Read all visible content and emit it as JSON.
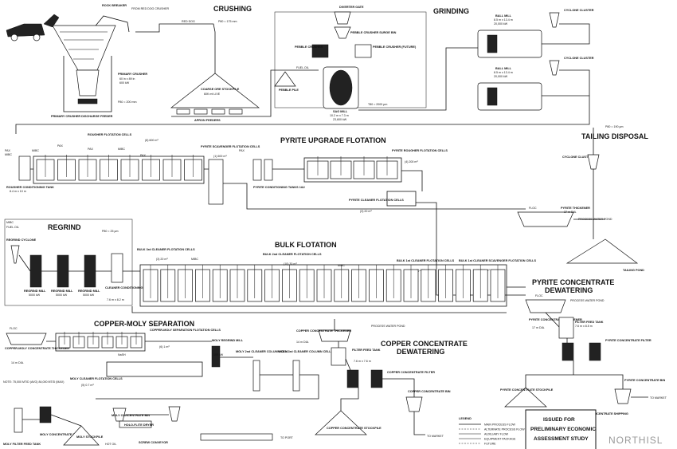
{
  "sections": {
    "crushing": "CRUSHING",
    "grinding": "GRINDING",
    "tailing_disposal": "TAILING DISPOSAL",
    "pyrite_upgrade": "PYRITE UPGRADE FLOTATION",
    "regrind": "REGRIND",
    "bulk_flotation": "BULK FLOTATION",
    "pyrite_dewatering_1": "PYRITE CONCENTRATE",
    "pyrite_dewatering_2": "DEWATERING",
    "copper_moly": "COPPER-MOLY SEPARATION",
    "copper_dewatering_1": "COPPER CONCENTRATE",
    "copper_dewatering_2": "DEWATERING"
  },
  "labels": {
    "rock_breaker": "ROCK BREAKER",
    "from_red_dog": "FROM RED DOG CRUSHER",
    "red_dog": "RED DOG",
    "primary_crusher": "PRIMARY CRUSHER",
    "primary_crusher_size": "60 in x 89 in",
    "primary_crusher_power": "600 kW",
    "primary_discharge": "PRIMARY CRUSHER DISCHARGE FEEDER",
    "p80_1": "P80 = 200 mm",
    "coarse_ore": "COARSE ORE STOCKPILE",
    "coarse_ore_cap": "60K mt LIVE",
    "apron": "APRON FEEDERS",
    "p80_2": "P80 = 175 mm",
    "diverter": "DIVERTER GATE",
    "pebble_surge": "PEBBLE CRUSHER SURGE BIN",
    "pebble_1": "PEBBLE CRUSHER",
    "pebble_2": "PEBBLE CRUSHER (FUTURE)",
    "pebble_pile": "PEBBLE PILE",
    "fuel_oil": "FUEL OIL",
    "sag_mill": "SAG MILL",
    "sag_size": "10.2 m x 7.3 m",
    "sag_power": "23,600 kW",
    "t80": "T80 = 2000 µm",
    "ball_mill": "BALL MILL",
    "ball_mill_size": "8.5 m x 13.4 m",
    "ball_mill_power": "20,000 kW",
    "cyclone_cluster": "CYCLONE CLUSTER",
    "p80_3": "P80 = 190 µm",
    "rougher_cells": "ROUGHER FLOTATION CELLS",
    "rougher_cells_vol": "(8) 600 m³",
    "pax": "PAX",
    "mibc": "MIBC",
    "rougher_tank": "ROUGHER CONDITIONING TANK",
    "rougher_tank_size": "8.4 m x 10 m",
    "pyrite_scav": "PYRITE SCAVENGER FLOTATION CELLS",
    "pyrite_scav_vol": "(1) 600 m³",
    "pyrite_cond": "PYRITE CONDITIONING TANKS 1&2",
    "pyrite_rougher": "PYRITE ROUGHER FLOTATION CELLS",
    "pyrite_rougher_vol": "(4) 200 m³",
    "pyrite_cleaner": "PYRITE CLEANER FLOTATION CELLS",
    "pyrite_cleaner_vol": "(3) 20 m³",
    "cyclone_cluster_tail": "CYCLONE CLUSTER",
    "pyrite_thickener": "PYRITE THICKENER",
    "pyrite_thickener_size": "37 m DIA.",
    "process_water_pond": "PROCESS WATER POND",
    "tailing_pond": "TAILING POND",
    "regrind_cyclone": "REGRIND CYCLONE",
    "regrind_mill": "REGRIND MILL",
    "regrind_mill_kw1": "5000 kW",
    "regrind_mill_kw2": "5000 kW",
    "regrind_mill_kw3": "5000 kW",
    "p80_4": "P80 = 25 µm",
    "cleaner_tank": "CLEANER CONDITIONING TANK",
    "cleaner_tank_size": "7.6 m x 8.2 m",
    "bulk_3rd": "BULK 3rd CLEANER FLOTATION CELLS",
    "bulk_3rd_vol": "(3) 20 m³",
    "bulk_2nd": "BULK 2nd CLEANER FLOTATION CELLS",
    "bulk_2nd_vol": "(10) 30 m³",
    "bulk_1st": "BULK 1st CLEANER FLOTATION CELLS",
    "bulk_1st_vol": "(5) 200 m³",
    "bulk_1st_scav": "BULK 1st CLEANER SCAVENGER FLOTATION CELLS",
    "bulk_1st_scav_vol": "(3) 200 m³",
    "floc": "FLOC",
    "pyrite_conc_thickener": "PYRITE CONCENTRATE THICKENER",
    "pyrite_conc_thickener_size": "17 m DIA.",
    "filter_feed_tank": "FILTER FEED TANK",
    "filter_feed_size": "7.6 m x 8.5 m",
    "pyrite_conc_filter": "PYRITE CONCENTRATE FILTER",
    "pyrite_conc_stockpile": "PYRITE CONCENTRATE STOCKPILE",
    "pyrite_conc_bin": "PYRITE CONCENTRATE BIN",
    "to_market_1": "TO MARKET",
    "pyrite_shipping": "PYRITE CONCENTRATE SHIPPING",
    "cumoly_thickener": "COPPER-MOLY CONCENTRATE THICKENER",
    "cumoly_thickener_size": "14 m DIA.",
    "moly_separation_cells": "COPPER-MOLY SEPARATION FLOTATION CELLS",
    "moly_separation_vol": "(6) 1 m³",
    "moly_regrind": "MOLY REGRIND MILL",
    "moly_regrind_kw": "100 kW",
    "moly_2nd": "MOLY 2nd CLEANER COLUMN CELL",
    "moly_3rd": "MOLY 3rd CLEANER COLUMN CELL",
    "moly_cleaner": "MOLY CLEANER FLOTATION CELLS",
    "moly_cleaner_vol": "(5) 0.7 m³",
    "note": "NOTE: 75,000 MT/D (AVG) 84,000 MT/D (MAX)",
    "copper_conc_thickener": "COPPER CONCENTRATE THICKENER",
    "copper_conc_thickener_size": "14 m DIA.",
    "filter_feed_tank_2": "FILTER FEED TANK",
    "filter_feed_size_2": "7.6 m x 7.6 m",
    "copper_conc_filter": "COPPER CONCENTRATE FILTER",
    "copper_conc_bin": "COPPER CONCENTRATE BIN",
    "copper_conc_stockpile": "COPPER CONCENTRATE STOCKPILE",
    "to_port": "TO PORT",
    "to_market_2": "TO MARKET",
    "moly_filter": "MOLY FILTER FEED TANK",
    "moly_conc_filter": "MOLY CONCENTRATE FILTER",
    "moly_stockpile": "MOLY STOCKPILE",
    "moly_conc_bin": "MOLY CONCENTRATE BIN",
    "holo_dryer": "HOLO-FLITE DRYER",
    "screw_conveyor": "SCREW CONVEYOR",
    "hot_oil": "HOT OIL",
    "nash": "NaSH",
    "process_water_2": "PROCESS WATER POND",
    "process_water_3": "PROCESS WATER POND"
  },
  "legend": {
    "title": "LEGEND",
    "items": [
      "MAIN PROCESS FLOW",
      "ALTERNATE PROCESS FLOW",
      "AUXILIARY FLOW",
      "EQUIPMENT PACKAGE",
      "FUTURE"
    ]
  },
  "stamp": {
    "line1": "ISSUED FOR",
    "line2": "PRELIMINARY ECONOMIC",
    "line3": "ASSESSMENT STUDY"
  },
  "logo": {
    "text": "NORTHISL"
  }
}
